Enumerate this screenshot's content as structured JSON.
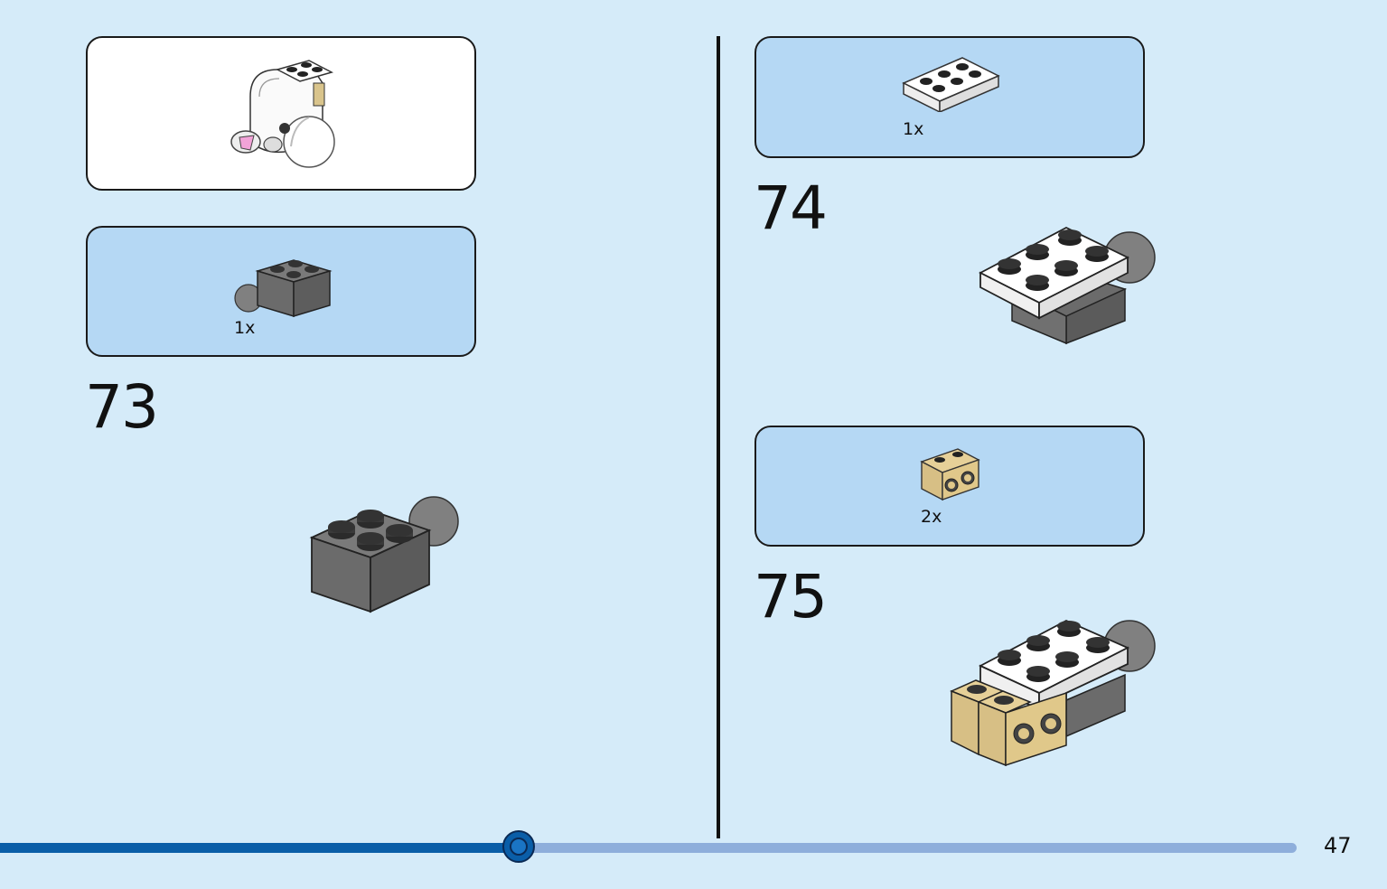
{
  "page": {
    "number": "47"
  },
  "steps": [
    {
      "number": "73",
      "parts": [
        {
          "qty": "1x"
        }
      ]
    },
    {
      "number": "74",
      "parts": [
        {
          "qty": "1x"
        }
      ]
    },
    {
      "number": "75",
      "parts": [
        {
          "qty": "2x"
        }
      ]
    }
  ],
  "icons": {
    "overview": "white-ghost-sub-assembly-icon",
    "part_73": "dark-gray-2x2-brick-with-ball-icon",
    "part_74": "white-2x3-plate-icon",
    "part_75": "tan-1x2-brick-with-studs-on-side-icon"
  },
  "colors": {
    "background": "#d5ebf9",
    "parts_panel": "#b5d8f4",
    "progress_fill": "#0a5ea8",
    "progress_track": "#8eaedb",
    "dark_gray_brick": "#6b6b6b",
    "tan_brick": "#e0c88a"
  },
  "progress": {
    "fraction": 0.4
  }
}
